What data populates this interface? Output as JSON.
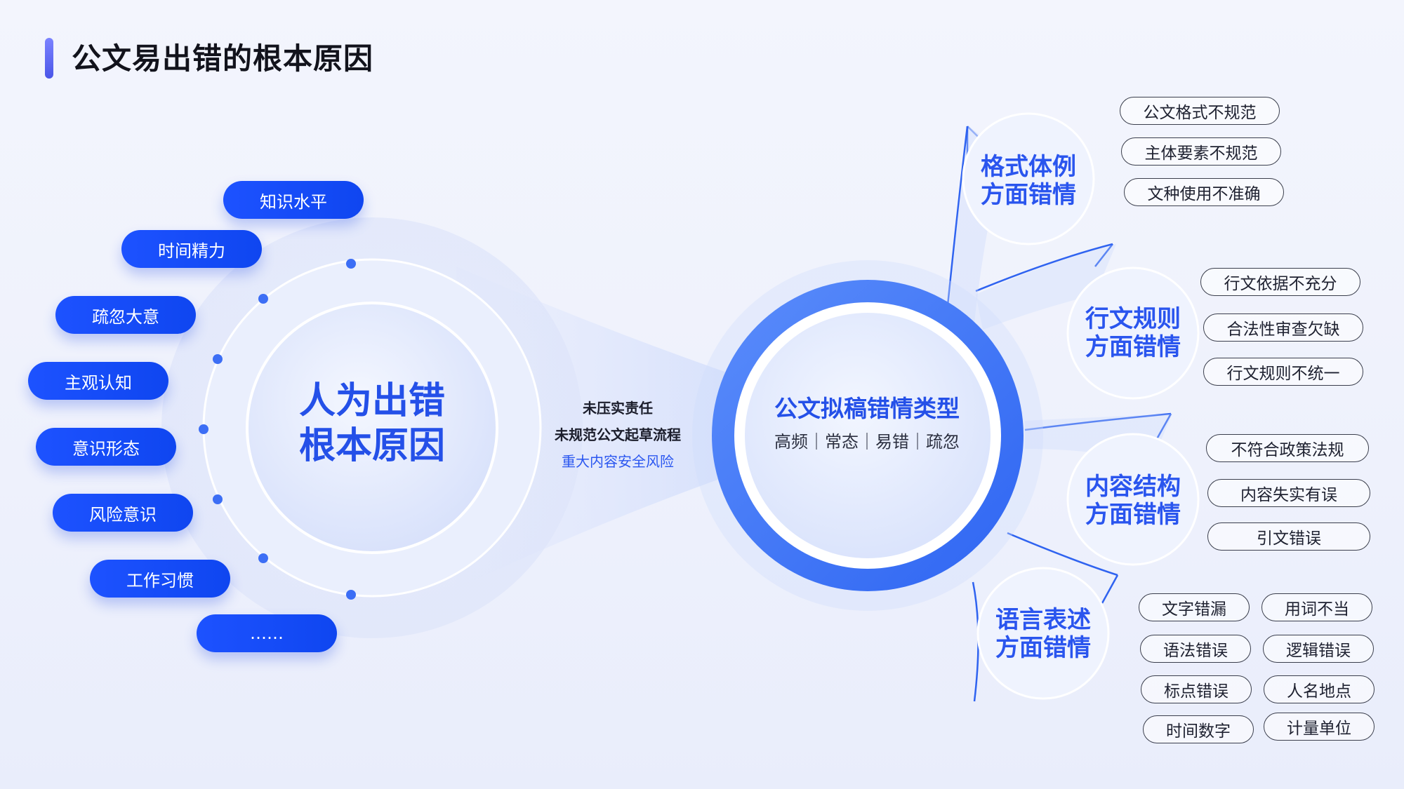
{
  "title": "公文易出错的根本原因",
  "left": {
    "core": [
      "人为出错",
      "根本原因"
    ],
    "factors": [
      "知识水平",
      "时间精力",
      "疏忽大意",
      "主观认知",
      "意识形态",
      "风险意识",
      "工作习惯",
      "……"
    ]
  },
  "flow": [
    "未压实责任",
    "未规范公文起草流程",
    "重大内容安全风险"
  ],
  "hub": {
    "title": "公文拟稿错情类型",
    "sub": "高频｜常态｜易错｜疏忽"
  },
  "categories": [
    {
      "label": [
        "格式体例",
        "方面错情"
      ],
      "tags": [
        "公文格式不规范",
        "主体要素不规范",
        "文种使用不准确"
      ]
    },
    {
      "label": [
        "行文规则",
        "方面错情"
      ],
      "tags": [
        "行文依据不充分",
        "合法性审查欠缺",
        "行文规则不统一"
      ]
    },
    {
      "label": [
        "内容结构",
        "方面错情"
      ],
      "tags": [
        "不符合政策法规",
        "内容失实有误",
        "引文错误"
      ]
    },
    {
      "label": [
        "语言表述",
        "方面错情"
      ],
      "tags": [
        "文字错漏",
        "用词不当",
        "语法错误",
        "逻辑错误",
        "标点错误",
        "人名地点",
        "时间数字",
        "计量单位"
      ]
    }
  ],
  "colors": {
    "accent": "#1d52ff",
    "text_blue": "#2450e8",
    "ring": "#3f78f7"
  }
}
